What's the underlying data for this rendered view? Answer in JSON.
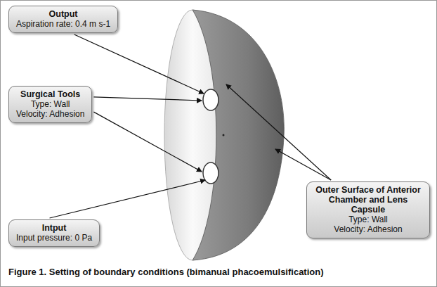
{
  "diagram": {
    "caption": "Figure 1. Setting of boundary conditions (bimanual phacoemulsification)",
    "nodes": [
      {
        "text": [
          "Output",
          "Aspiration rate: 0.4 m s-1"
        ]
      },
      {
        "text": [
          "Surgical Tools",
          "Type: Wall",
          "Velocity: Adhesion"
        ]
      },
      {
        "text": [
          "Intput",
          "Input pressure: 0 Pa"
        ]
      },
      {
        "text": [
          "Outer Surface of Anterior Chamber and Lens Capsule",
          "Type: Wall",
          "Velocity: Adhesion"
        ]
      }
    ]
  }
}
